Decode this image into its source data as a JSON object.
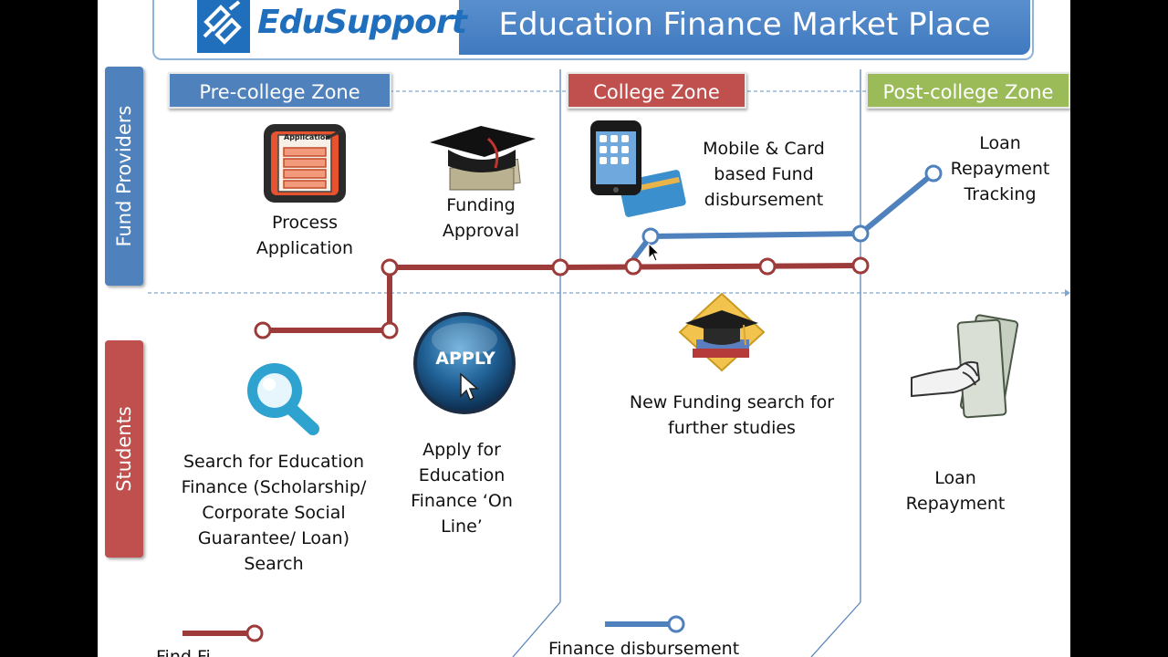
{
  "header": {
    "logo_text": "EduSupport",
    "title": "Education Finance Market Place"
  },
  "zones": {
    "pre": "Pre-college Zone",
    "college": "College Zone",
    "post": "Post-college Zone"
  },
  "rows": {
    "top": "Fund Providers",
    "bottom": "Students"
  },
  "steps": {
    "process_application": "Process Application",
    "application_form_label": "Application",
    "funding_approval": "Funding Approval",
    "mobile_card": "Mobile & Card based Fund disbursement",
    "loan_tracking": "Loan Repayment Tracking",
    "search": "Search for Education Finance (Scholarship/ Corporate Social Guarantee/ Loan) Search",
    "apply": "Apply  for Education Finance ‘On Line’",
    "apply_button_label": "APPLY",
    "new_funding": "New Funding search for further studies",
    "loan_repayment": "Loan Repayment"
  },
  "legend": {
    "red_line": "Find Fi",
    "blue_line": "Finance disbursement"
  },
  "colors": {
    "red_line": "#9d3b3b",
    "blue_line": "#4f81bd",
    "zone_pre": "#4f81bd",
    "zone_college": "#c0504d",
    "zone_post": "#9bbb59",
    "fund_providers": "#4f81bd",
    "students": "#c0504d"
  }
}
